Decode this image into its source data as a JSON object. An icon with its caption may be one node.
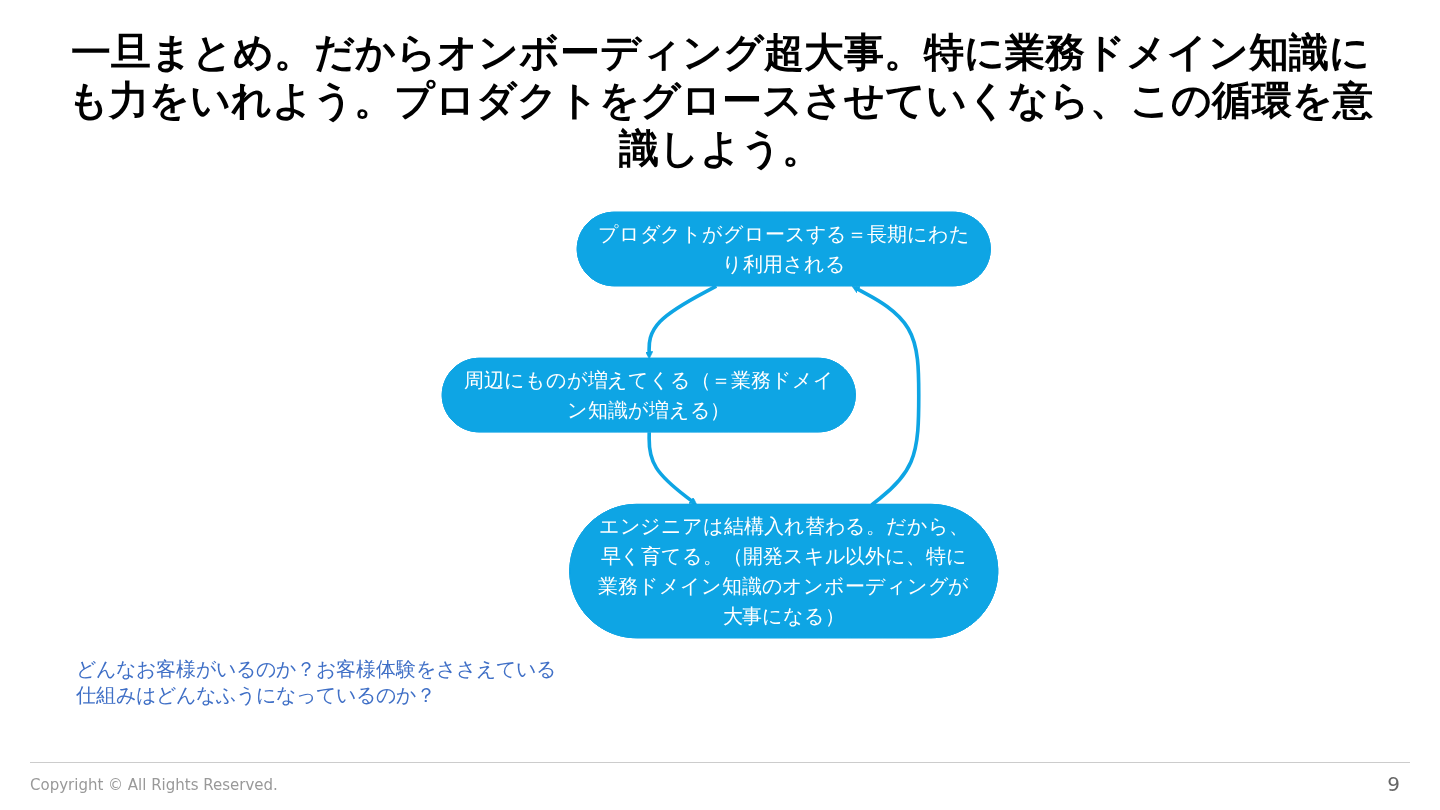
{
  "diagram": {
    "title": "一旦まとめ。だからオンボーディング超大事。特に業務ドメイン知識にも力をいれよう。プロダクトをグロースさせていくなら、この循環を意識しよう。",
    "nodes": [
      {
        "text": [
          "プロダクトがグロースする＝長期にわたり利用される"
        ]
      },
      {
        "text": [
          "周辺にものが増えてくる（＝業務ドメイン知識が増える）"
        ]
      },
      {
        "text": [
          "エンジニアは結構入れ替わる。だから、早く育てる。（開発スキル以外に、特に業務ドメイン知識のオンボーディングが大事になる）"
        ]
      }
    ],
    "edges": [
      {
        "from": 0,
        "to": 1,
        "arrow": "to"
      },
      {
        "from": 1,
        "to": 2,
        "arrow": "to"
      },
      {
        "from": 2,
        "to": 0,
        "arrow": "to"
      }
    ],
    "labels": [
      "どんなお客様がいるのか？お客様体験をささえている仕組みはどんなふうになっているのか？",
      "Copyright © All Rights Reserved.",
      "9"
    ]
  }
}
